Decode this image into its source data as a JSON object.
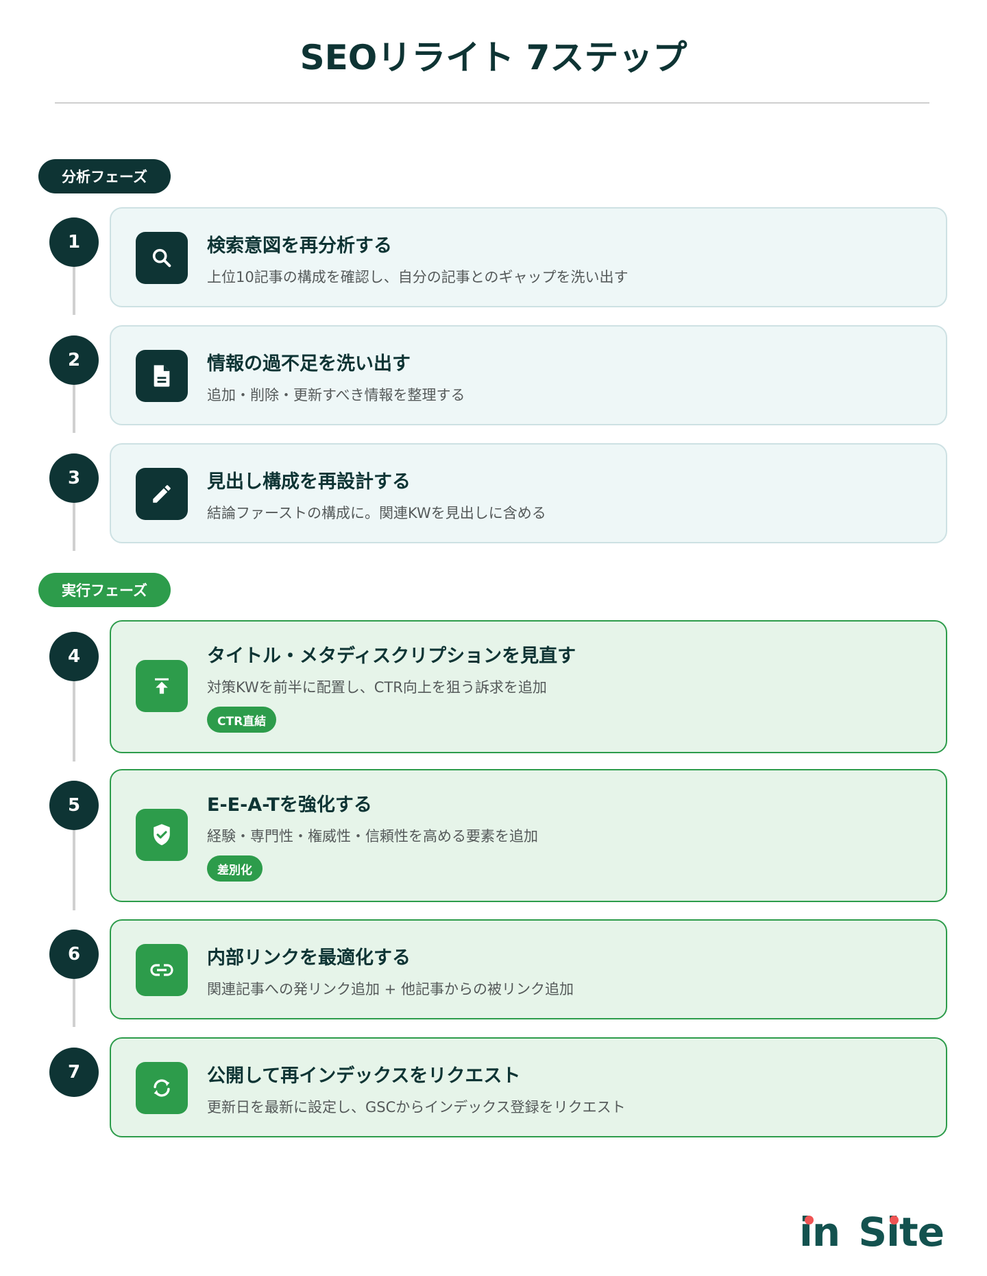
{
  "header": {
    "title": "SEOリライト 7ステップ"
  },
  "phases": [
    {
      "label": "分析フェーズ",
      "color": "#0e3434"
    },
    {
      "label": "実行フェーズ",
      "color": "#2d9c4b"
    }
  ],
  "steps": [
    {
      "number": "1",
      "icon": "search-icon",
      "title": "検索意図を再分析する",
      "description": "上位10記事の構成を確認し、自分の記事とのギャップを洗い出す",
      "phase": "分析フェーズ"
    },
    {
      "number": "2",
      "icon": "document-icon",
      "title": "情報の過不足を洗い出す",
      "description": "追加・削除・更新すべき情報を整理する",
      "phase": "分析フェーズ"
    },
    {
      "number": "3",
      "icon": "pencil-icon",
      "title": "見出し構成を再設計する",
      "description": "結論ファーストの構成に。関連KWを見出しに含める",
      "phase": "分析フェーズ"
    },
    {
      "number": "4",
      "icon": "upload-icon",
      "title": "タイトル・メタディスクリプションを見直す",
      "description": "対策KWを前半に配置し、CTR向上を狙う訴求を追加",
      "tag": "CTR直結",
      "phase": "実行フェーズ"
    },
    {
      "number": "5",
      "icon": "shield-check-icon",
      "title": "E-E-A-Tを強化する",
      "description": "経験・専門性・権威性・信頼性を高める要素を追加",
      "tag": "差別化",
      "phase": "実行フェーズ"
    },
    {
      "number": "6",
      "icon": "link-icon",
      "title": "内部リンクを最適化する",
      "description": "関連記事への発リンク追加 + 他記事からの被リンク追加",
      "phase": "実行フェーズ"
    },
    {
      "number": "7",
      "icon": "refresh-icon",
      "title": "公開して再インデックスをリクエスト",
      "description": "更新日を最新に設定し、GSCからインデックス登録をリクエスト",
      "phase": "実行フェーズ"
    }
  ],
  "logo": {
    "part1": "in",
    "part2": "Site",
    "text_color": "#13524f",
    "dot_color": "#f05454"
  },
  "colors": {
    "dark": "#0e3434",
    "green": "#2d9c4b",
    "analysis_card_bg": "#eef7f7",
    "exec_card_bg": "#e6f4e9"
  }
}
